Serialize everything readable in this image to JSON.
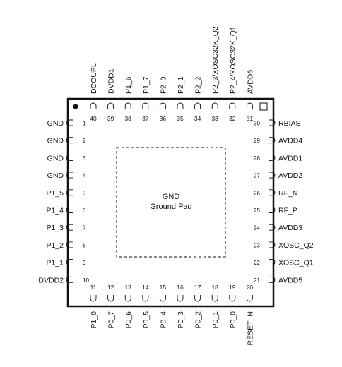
{
  "package": {
    "center_label": "GND",
    "center_sublabel": "Ground Pad"
  },
  "pins": {
    "left": [
      {
        "num": "1",
        "name": "GND"
      },
      {
        "num": "2",
        "name": "GND"
      },
      {
        "num": "3",
        "name": "GND"
      },
      {
        "num": "4",
        "name": "GND"
      },
      {
        "num": "5",
        "name": "P1_5"
      },
      {
        "num": "6",
        "name": "P1_4"
      },
      {
        "num": "7",
        "name": "P1_3"
      },
      {
        "num": "8",
        "name": "P1_2"
      },
      {
        "num": "9",
        "name": "P1_1"
      },
      {
        "num": "10",
        "name": "DVDD2"
      }
    ],
    "bottom": [
      {
        "num": "11",
        "name": "P1_0"
      },
      {
        "num": "12",
        "name": "P0_7"
      },
      {
        "num": "13",
        "name": "P0_6"
      },
      {
        "num": "14",
        "name": "P0_5"
      },
      {
        "num": "15",
        "name": "P0_4"
      },
      {
        "num": "16",
        "name": "P0_3"
      },
      {
        "num": "17",
        "name": "P0_2"
      },
      {
        "num": "18",
        "name": "P0_1"
      },
      {
        "num": "19",
        "name": "P0_0"
      },
      {
        "num": "20",
        "name": "RESET_N"
      }
    ],
    "right": [
      {
        "num": "30",
        "name": "RBIAS"
      },
      {
        "num": "29",
        "name": "AVDD4"
      },
      {
        "num": "28",
        "name": "AVDD1"
      },
      {
        "num": "27",
        "name": "AVDD2"
      },
      {
        "num": "26",
        "name": "RF_N"
      },
      {
        "num": "25",
        "name": "RF_P"
      },
      {
        "num": "24",
        "name": "AVDD3"
      },
      {
        "num": "23",
        "name": "XOSC_Q2"
      },
      {
        "num": "22",
        "name": "XOSC_Q1"
      },
      {
        "num": "21",
        "name": "AVDD5"
      }
    ],
    "top": [
      {
        "num": "40",
        "name": "DCOUPL"
      },
      {
        "num": "39",
        "name": "DVDD1"
      },
      {
        "num": "38",
        "name": "P1_6"
      },
      {
        "num": "37",
        "name": "P1_7"
      },
      {
        "num": "36",
        "name": "P2_0"
      },
      {
        "num": "35",
        "name": "P2_1"
      },
      {
        "num": "34",
        "name": "P2_2"
      },
      {
        "num": "33",
        "name": "P2_3/XOSC32K_Q2"
      },
      {
        "num": "32",
        "name": "P2_4/XOSC32K_Q1"
      },
      {
        "num": "31",
        "name": "AVDD6"
      }
    ]
  }
}
